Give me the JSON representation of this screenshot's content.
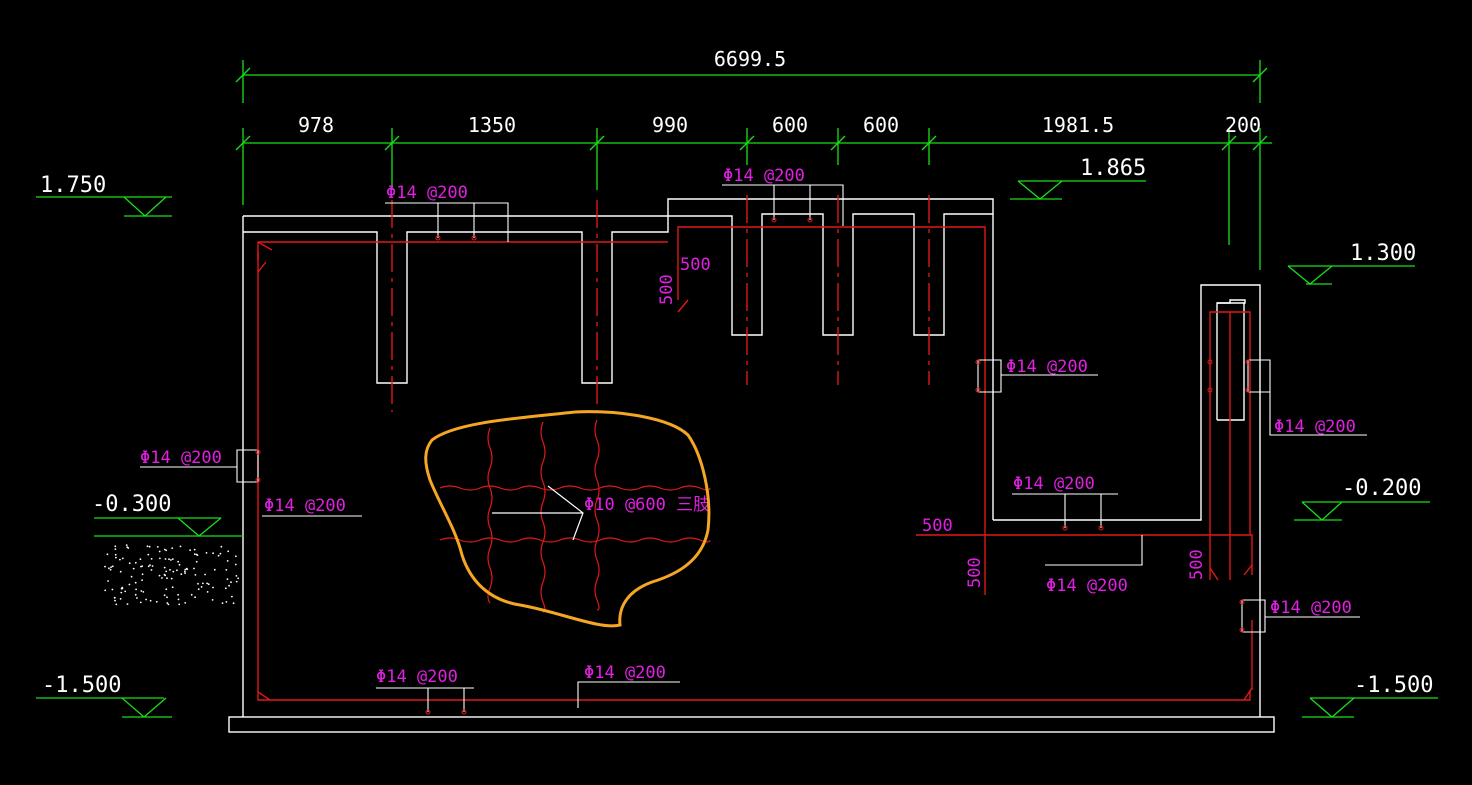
{
  "colors": {
    "background": "#000000",
    "outline": "#ffffff",
    "rebar": "#e01818",
    "dimension": "#18e018",
    "label": "#e020e0",
    "highlight": "#f5a623"
  },
  "dimensions": {
    "overall": "6699.5",
    "segments": [
      "978",
      "1350",
      "990",
      "600",
      "600",
      "1981.5",
      "200"
    ]
  },
  "elevations": {
    "left_top": "1.750",
    "mid_top": "1.865",
    "right_top": "1.300",
    "left_ground": "-0.300",
    "right_mid": "-0.200",
    "left_bottom": "-1.500",
    "right_bottom": "-1.500"
  },
  "rebar_labels": {
    "roof_left": "Φ14 @200",
    "roof_mid": "Φ14 @200",
    "left_wall_outer": "Φ14 @200",
    "left_wall_inner": "Φ14 @200",
    "mid_wall": "Φ14 @200",
    "right_wall_upper": "Φ14 @200",
    "trough_bottom": "Φ14 @200",
    "step_bottom": "Φ14 @200",
    "right_wall_lower": "Φ14 @200",
    "base_left": "Φ14 @200",
    "base_right": "Φ14 @200",
    "distribution": "Φ10 @600 三肢"
  },
  "lap_labels": {
    "upper_h": "500",
    "upper_v": "500",
    "lower_h": "500",
    "lower_v": "500",
    "right_v": "500"
  }
}
